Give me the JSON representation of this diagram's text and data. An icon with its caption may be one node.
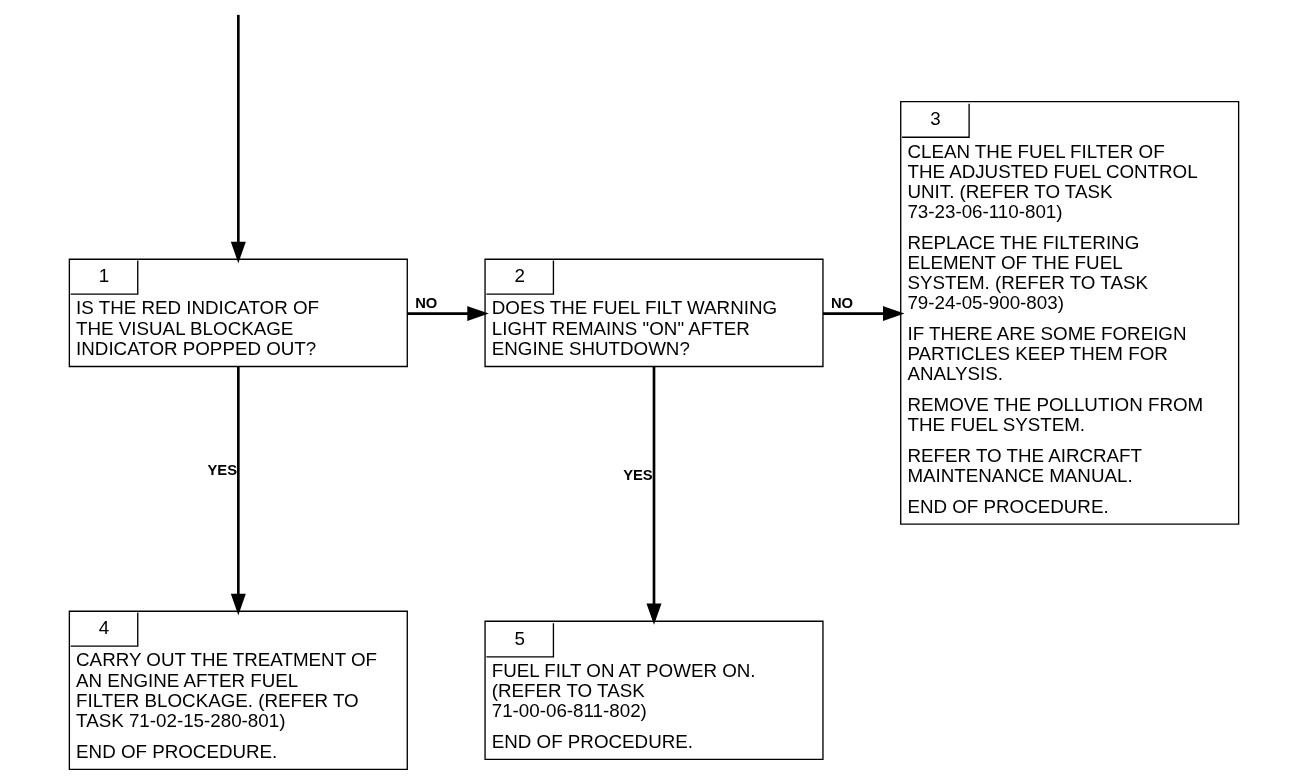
{
  "diagram": {
    "nodes": [
      {
        "text": [
          "1",
          "IS THE RED INDICATOR OF THE VISUAL BLOCKAGE INDICATOR POPPED OUT?"
        ]
      },
      {
        "text": [
          "2",
          "DOES THE FUEL FILT WARNING LIGHT REMAINS \"ON\" AFTER ENGINE SHUTDOWN?"
        ]
      },
      {
        "text": [
          "3",
          "CLEAN THE FUEL FILTER OF THE ADJUSTED FUEL CONTROL UNIT. (REFER TO TASK 73-23-06-110-801)",
          "REPLACE THE FILTERING ELEMENT OF THE FUEL SYSTEM. (REFER TO TASK 79-24-05-900-803)",
          "IF THERE ARE SOME FOREIGN PARTICLES KEEP THEM FOR ANALYSIS.",
          "REMOVE THE POLLUTION FROM THE FUEL SYSTEM.",
          "REFER TO THE AIRCRAFT MAINTENANCE MANUAL.",
          "END OF PROCEDURE."
        ]
      },
      {
        "text": [
          "4",
          "CARRY OUT THE TREATMENT OF AN ENGINE AFTER FUEL FILTER BLOCKAGE. (REFER TO TASK 71-02-15-280-801)",
          "END OF PROCEDURE."
        ]
      },
      {
        "text": [
          "5",
          "FUEL FILT ON AT POWER ON. (REFER TO TASK 71-00-06-811-802)",
          "END OF PROCEDURE."
        ]
      }
    ],
    "edges": [
      {
        "from": null,
        "to": 0,
        "arrow": "to"
      },
      {
        "from": 0,
        "to": 1,
        "arrow": "to",
        "label": "NO"
      },
      {
        "from": 1,
        "to": 2,
        "arrow": "to",
        "label": "NO"
      },
      {
        "from": 0,
        "to": 3,
        "arrow": "to",
        "label": "YES"
      },
      {
        "from": 1,
        "to": 4,
        "arrow": "to",
        "label": "YES"
      }
    ]
  }
}
